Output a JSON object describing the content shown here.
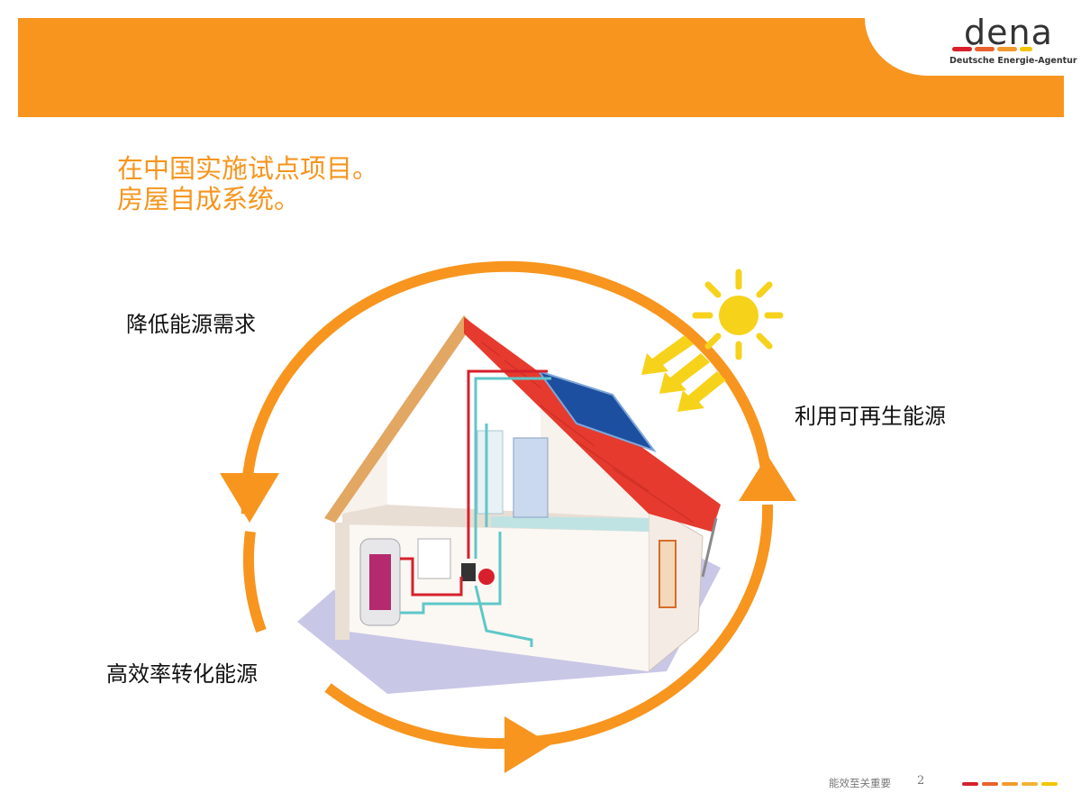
{
  "header": {
    "logo_text": "dena",
    "logo_subtitle": "Deutsche Energie-Agentur"
  },
  "title": {
    "line1": "在中国实施试点项目。",
    "line2": "房屋自成系统。"
  },
  "cycle_labels": {
    "reduce": "降低能源需求",
    "renewable": "利用可再生能源",
    "efficient": "高效率转化能源"
  },
  "footer": {
    "text": "能效至关重要",
    "page": "2"
  },
  "colors": {
    "accent": "#f7951e",
    "roof": "#e63a2e",
    "dash_red": "#d7202b",
    "dash_orange": "#f28c28",
    "dash_yellow": "#f5c400"
  }
}
